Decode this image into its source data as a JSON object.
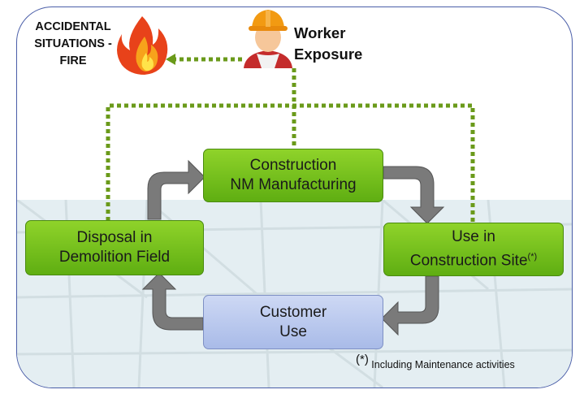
{
  "hazard": {
    "label": "ACCIDENTAL\nSITUATIONS -\nFIRE",
    "icon": "fire-icon"
  },
  "worker": {
    "label": "Worker\nExposure",
    "icon": "construction-worker-icon"
  },
  "stages": {
    "manufacturing": "Construction\nNM Manufacturing",
    "use_site": "Use in\nConstruction Site",
    "use_site_mark": "(*)",
    "customer": "Customer\nUse",
    "disposal": "Disposal in\nDemolition Field"
  },
  "footnote": {
    "mark": "(*)",
    "text": " Including Maintenance activities"
  },
  "colors": {
    "stage_green": "#7cc322",
    "stage_blue": "#b9c8ef",
    "dotted_line": "#6a9a1a",
    "arrow": "#7a7a7a",
    "frame": "#4a5ea8"
  }
}
